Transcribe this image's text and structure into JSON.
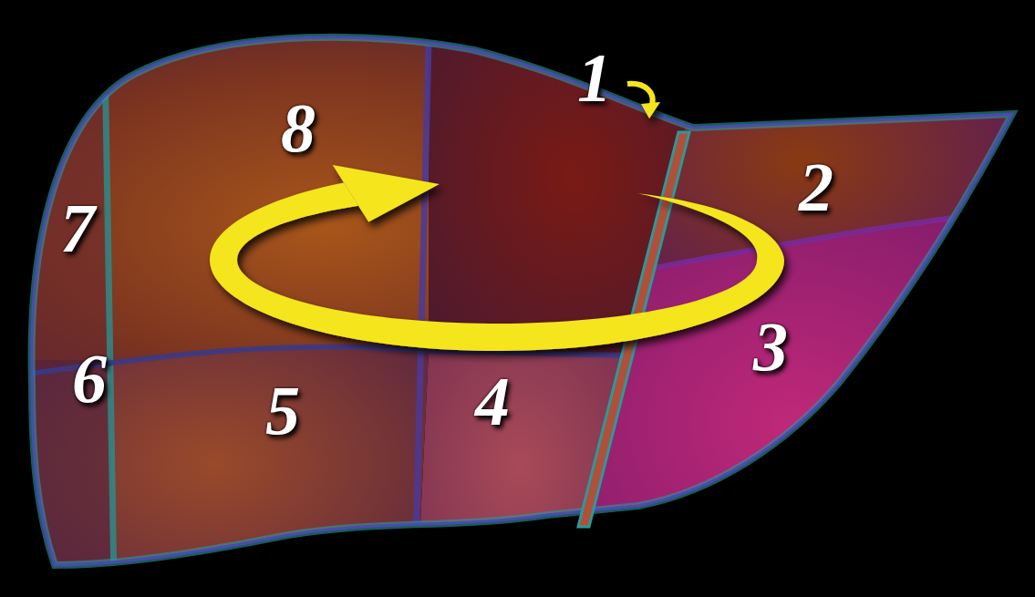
{
  "diagram": {
    "labels": [
      "1",
      "8",
      "2",
      "7",
      "3",
      "6",
      "5",
      "4"
    ]
  }
}
